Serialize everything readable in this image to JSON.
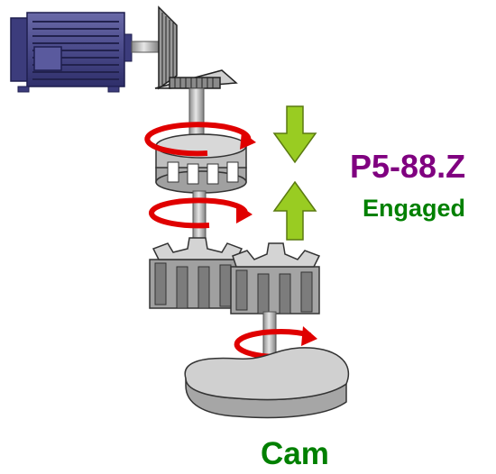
{
  "parameter": {
    "label": "P5-88.Z",
    "color": "#800080"
  },
  "status": {
    "label": "Engaged",
    "color": "#008000"
  },
  "cam": {
    "label": "Cam",
    "color": "#008000"
  },
  "colors": {
    "motor": "#4b4b8f",
    "motor_dark": "#2a2a66",
    "metal": "#bdbdbd",
    "metal_dark": "#7a7a7a",
    "rotation_arrow": "#e00000",
    "clutch_arrows": "#99cc22"
  },
  "icons": [
    "motor-icon",
    "bevel-gear-icon",
    "clutch-icon",
    "gear-icon",
    "cam-icon",
    "rotation-arrow-icon",
    "engage-arrows-icon"
  ]
}
